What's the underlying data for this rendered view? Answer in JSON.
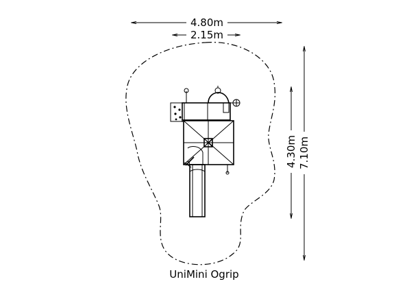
{
  "dimensions": {
    "overall_width": "4.80m",
    "platform_width": "2.15m",
    "platform_length": "4.30m",
    "overall_length": "7.10m"
  },
  "caption": "UniMini Ogrip",
  "colors": {
    "line": "#000000",
    "background": "#ffffff"
  }
}
